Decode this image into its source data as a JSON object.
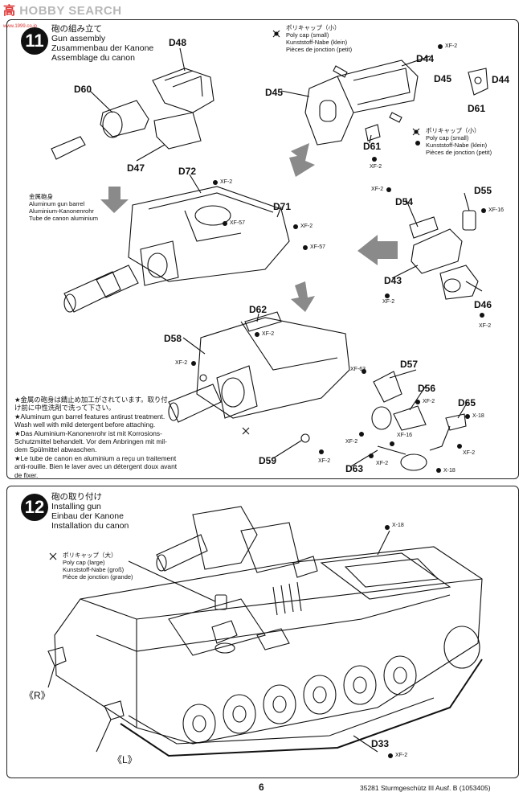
{
  "watermark": {
    "text_red": "高",
    "text_grey": "HOBBY SEARCH",
    "sub": "www.1999.co.jp"
  },
  "step11": {
    "number": "11",
    "title_ja": "砲の組み立て",
    "title_en": "Gun assembly",
    "title_de": "Zusammenbau der Kanone",
    "title_fr": "Assemblage du canon",
    "polycap_small": [
      "ポリキャップ（小）",
      "Poly cap (small)",
      "Kunststoff-Nabe (klein)",
      "Pièces de jonction (petit)"
    ],
    "barrel_label": [
      "金属砲身",
      "Aluminum gun barrel",
      "Aluminium-Kanonenrohr",
      "Tube de canon aluminium"
    ],
    "notes": [
      "★金属の砲身は錆止め加工がされています。取り付",
      "け前に中性洗剤で洗って下さい。",
      "★Aluminum gun barrel features antirust treatment.",
      "Wash well with mild detergent before attaching.",
      "★Das Aluminium-Kanonenrohr ist mit Korrosions-",
      "Schutzmittel behandelt. Vor dem Anbringen mit mil-",
      "dem Spülmittel abwaschen.",
      "★Le tube de canon en aluminium a reçu un traitement",
      "anti-rouille. Bien le laver avec un détergent doux avant",
      "de fixer."
    ],
    "parts": {
      "d48": "D48",
      "d60": "D60",
      "d47": "D47",
      "d72": "D72",
      "d71": "D71",
      "d44a": "D44",
      "d45a": "D45",
      "d45b": "D45",
      "d44b": "D44",
      "d61a": "D61",
      "d61b": "D61",
      "d54": "D54",
      "d55": "D55",
      "d43": "D43",
      "d46": "D46",
      "d62": "D62",
      "d58": "D58",
      "d57": "D57",
      "d56": "D56",
      "d65": "D65",
      "d59": "D59",
      "d63": "D63"
    },
    "paints": {
      "xf2": "XF-2",
      "xf57": "XF-57",
      "xf16": "XF-16",
      "xf63": "XF-63",
      "x18": "X-18"
    }
  },
  "step12": {
    "number": "12",
    "title_ja": "砲の取り付け",
    "title_en": "Installing gun",
    "title_de": "Einbau der Kanone",
    "title_fr": "Installation du canon",
    "polycap_large": [
      "ポリキャップ（大）",
      "Poly cap (large)",
      "Kunststoff-Nabe (groß)",
      "Pièce de jonction (grande)"
    ],
    "right_mark": "《R》",
    "left_mark": "《L》",
    "d33": "D33",
    "paint_x18": "X-18",
    "paint_xf2": "XF-2"
  },
  "footer": {
    "page_number": "6",
    "product": "35281 Sturmgeschütz III Ausf. B (1053405)"
  },
  "colors": {
    "ink": "#111111",
    "arrow_grey": "#8a8a8a",
    "watermark_red": "#d33333"
  }
}
